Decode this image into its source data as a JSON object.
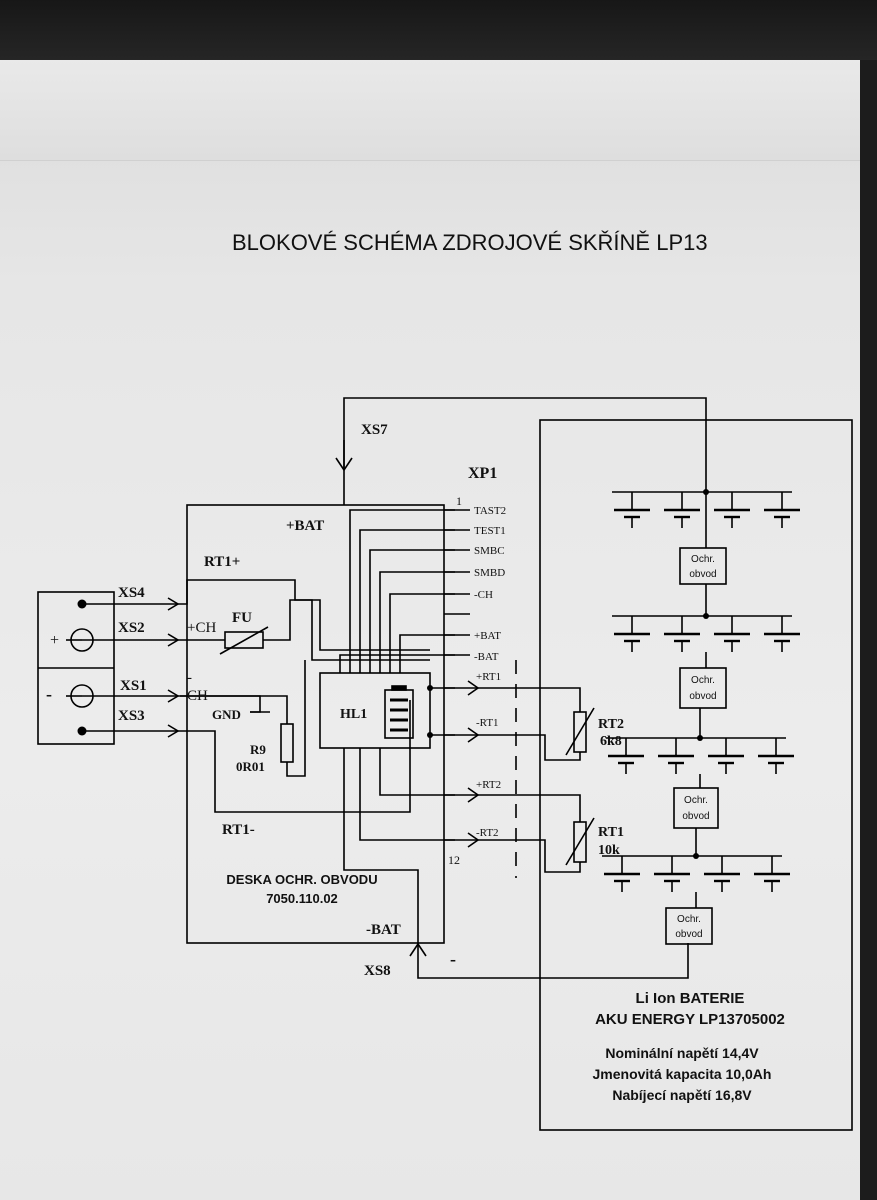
{
  "title": "BLOKOVÉ SCHÉMA ZDROJOVÉ SKŘÍNĚ LP13",
  "connectors": {
    "xs7": "XS7",
    "xs4": "XS4",
    "xs2": "XS2",
    "xs1": "XS1",
    "xs3": "XS3",
    "xs8": "XS8",
    "plus": "+",
    "minus": "-"
  },
  "board": {
    "plus_bat": "+BAT",
    "minus_bat": "-BAT",
    "rt1_plus": "RT1+",
    "rt1_minus": "RT1-",
    "plus_ch": "+CH",
    "ch": "CH",
    "dash": "-",
    "fu": "FU",
    "gnd": "GND",
    "r9": "R9",
    "r9_value": "0R01",
    "hl1": "HL1",
    "name_line1": "DESKA OCHR. OBVODU",
    "name_line2": "7050.110.02"
  },
  "xp1": {
    "name": "XP1",
    "pin_first": "1",
    "pin_last": "12",
    "pins": [
      "TAST2",
      "TEST1",
      "SMBC",
      "SMBD",
      "-CH",
      "+BAT",
      "-BAT",
      "+RT1",
      "-RT1",
      "+RT2",
      "-RT2"
    ]
  },
  "thermistors": {
    "rt2": "RT2",
    "rt2_value": "6k8",
    "rt1": "RT1",
    "rt1_value": "10k"
  },
  "battery": {
    "protection_label_1": "Ochr.",
    "protection_label_2": "obvod",
    "minus_mark": "-",
    "name_line1": "Li Ion BATERIE",
    "name_line2": "AKU ENERGY LP13705002",
    "spec_line1": "Nominální napětí 14,4V",
    "spec_line2": "Jmenovitá kapacita 10,0Ah",
    "spec_line3": "Nabíjecí napětí 16,8V"
  }
}
